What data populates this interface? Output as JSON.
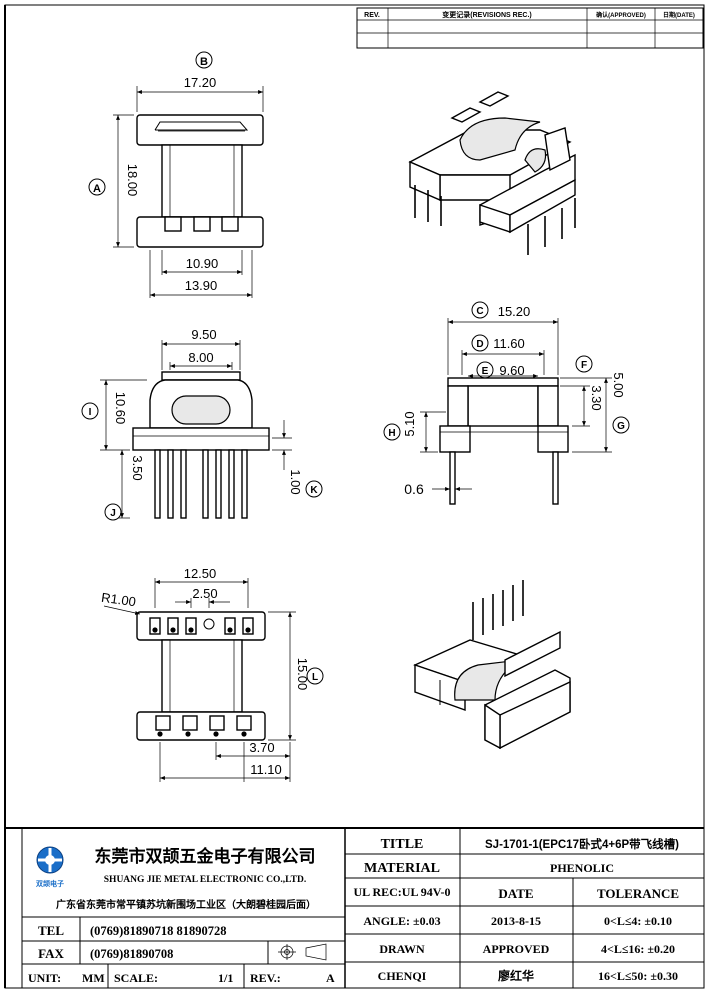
{
  "revision_table": {
    "col_rev": "REV.",
    "col_record": "变更记录(REVISIONS REC.)",
    "col_approved": "确认(APPROVED)",
    "col_date": "日期(DATE)"
  },
  "top_view": {
    "marker": "B",
    "width": "17.20",
    "marker_height": "A",
    "height": "18.00",
    "inner_width": "10.90",
    "outer_width": "13.90"
  },
  "front_view": {
    "w1": "9.50",
    "w2": "8.00",
    "marker_height": "I",
    "height": "10.60",
    "pin_len": "3.50",
    "marker_pin": "J",
    "marker_k": "K",
    "k_value": "1.00"
  },
  "side_view": {
    "c_marker": "C",
    "c_value": "15.20",
    "d_marker": "D",
    "d_value": "11.60",
    "e_marker": "E",
    "e_value": "9.60",
    "f_marker": "F",
    "f_value": "3.30",
    "g_marker": "G",
    "g_value": "5.00",
    "h_marker": "H",
    "h_value": "5.10",
    "pin_dia": "0.6"
  },
  "bottom_view": {
    "radius": "R1.00",
    "w1": "12.50",
    "w2": "2.50",
    "l_marker": "L",
    "l_value": "15.00",
    "p1": "3.70",
    "p2": "11.10"
  },
  "title_block": {
    "company_cn": "东莞市双颉五金电子有限公司",
    "company_en": "SHUANG JIE METAL ELECTRONIC CO.,LTD.",
    "logo_text": "双颉电子",
    "address": "广东省东莞市常平镇苏坑新围场工业区（大朗碧桂园后面）",
    "tel_label": "TEL",
    "tel_value": "(0769)81890718  81890728",
    "fax_label": "FAX",
    "fax_value": "(0769)81890708",
    "unit_label": "UNIT:",
    "unit_value": "MM",
    "scale_label": "SCALE:",
    "scale_value": "1/1",
    "rev_label": "REV.:",
    "rev_value": "A",
    "title_label": "TITLE",
    "title_value": "SJ-1701-1(EPC17卧式4+6P带飞线槽)",
    "material_label": "MATERIAL",
    "material_value": "PHENOLIC",
    "ul_label": "UL REC:UL 94V-0",
    "date_label": "DATE",
    "tolerance_label": "TOLERANCE",
    "angle_label": "ANGLE: ±0.03",
    "date_value": "2013-8-15",
    "tol1": "0<L≤4: ±0.10",
    "drawn_label": "DRAWN",
    "drawn_value": "APPROVED",
    "tol2": "4<L≤16: ±0.20",
    "checked_label": "CHENQI",
    "checked_value": "廖红华",
    "tol3": "16<L≤50: ±0.30"
  }
}
